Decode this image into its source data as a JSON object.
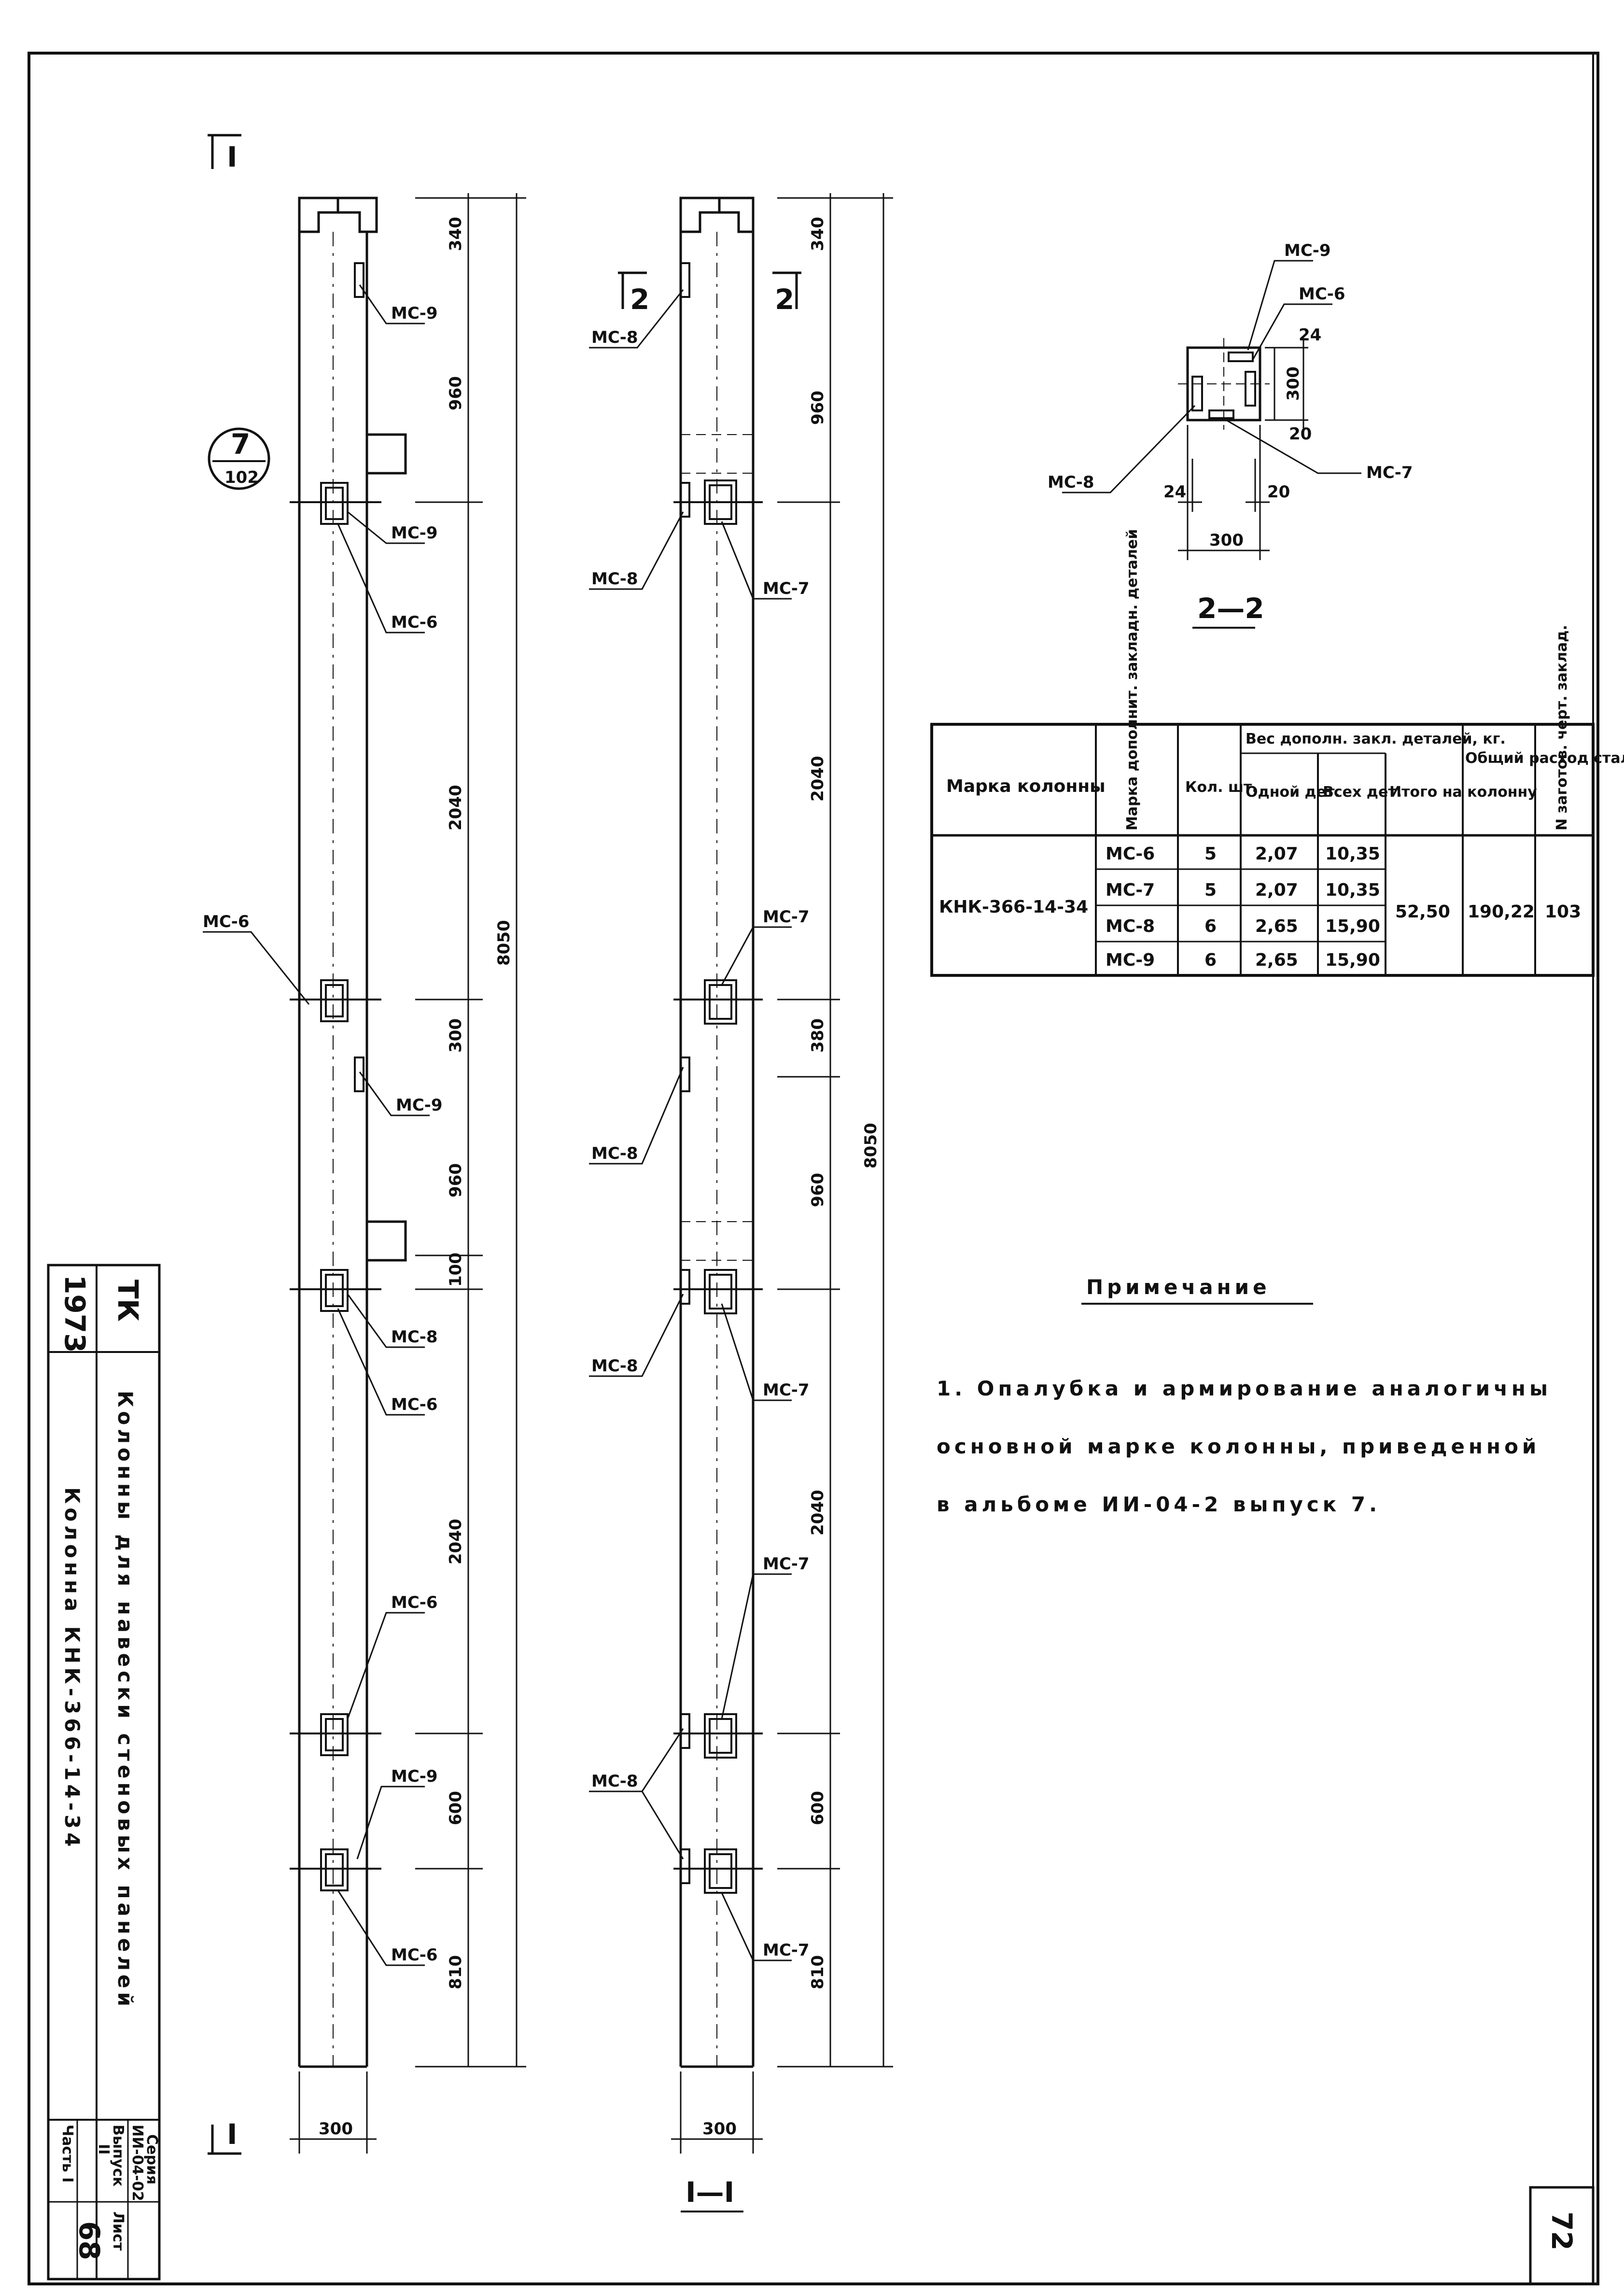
{
  "section_markers": {
    "top": "I",
    "bottom": "I",
    "section_11": "I—I",
    "section_22": "2—2",
    "cut_2": "2"
  },
  "detail_ref": {
    "num": "7",
    "sheet": "102"
  },
  "labels": {
    "mc6": "МС-6",
    "mc7": "МС-7",
    "mc8": "МС-8",
    "mc9": "МС-9"
  },
  "dims": {
    "d340": "340",
    "d960": "960",
    "d2040": "2040",
    "d300": "300",
    "d100": "100",
    "d600": "600",
    "d810": "810",
    "total": "8050",
    "d380": "380",
    "width": "300",
    "s24": "24",
    "s20": "20"
  },
  "table": {
    "headers": {
      "mark": "Марка колонны",
      "add_mark": "Марка дополнит. закладн. деталей",
      "qty": "Кол. шт.",
      "weight": "Вес дополн. закл. деталей, кг.",
      "one": "Одной дет.",
      "all": "Всех дет.",
      "total": "Итого на колонну",
      "steel": "Общий расход стали на колонну",
      "card": "N заготов. черт. заклад."
    },
    "column_mark": "КНК-366-14-34",
    "rows": [
      {
        "mark": "МС-6",
        "qty": "5",
        "one": "2,07",
        "all": "10,35"
      },
      {
        "mark": "МС-7",
        "qty": "5",
        "one": "2,07",
        "all": "10,35"
      },
      {
        "mark": "МС-8",
        "qty": "6",
        "one": "2,65",
        "all": "15,90"
      },
      {
        "mark": "МС-9",
        "qty": "6",
        "one": "2,65",
        "all": "15,90"
      }
    ],
    "total": "52,50",
    "steel": "190,22",
    "card": "103"
  },
  "note": {
    "title": "Примечание",
    "line1": "1. Опалубка и армирование аналогичны",
    "line2": "основной марке колонны, приведенной",
    "line3": "в альбоме ИИ-04-2 выпуск 7."
  },
  "stamp": {
    "year": "1973",
    "org": "ТК",
    "title": "Колонны для навески стеновых панелей",
    "subtitle": "Колонна КНК-366-14-34",
    "series_label": "Серия",
    "series": "ИИ-04-02",
    "issue_label": "Выпуск",
    "issue": "II",
    "sheet_label": "Лист",
    "sheet": "68",
    "part": "Часть I"
  },
  "page_number": "72"
}
